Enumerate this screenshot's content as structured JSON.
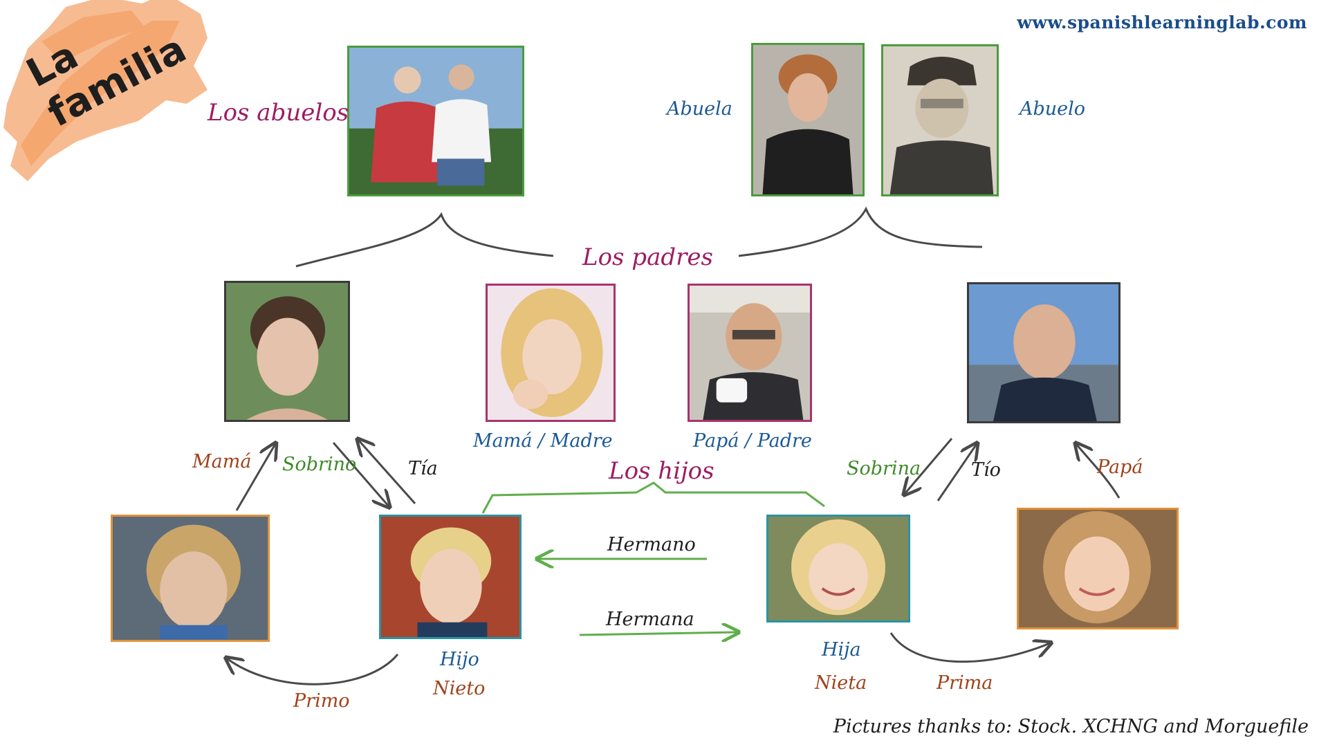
{
  "site_url": "www.spanishlearninglab.com",
  "title": "La familia",
  "credits": "Pictures thanks to:  Stock. XCHNG and Morguefile",
  "colors": {
    "magenta": "#9c1d63",
    "blue": "#1c5a94",
    "green": "#3f8a2a",
    "brown": "#a0421b",
    "dark": "#1e1e1e",
    "site": "#1b4d8a",
    "border_green": "#4b9b3c",
    "border_magenta": "#a8336f",
    "border_dark": "#3a3a3a",
    "border_orange": "#e0913a",
    "border_teal": "#2b93a3"
  },
  "sections": {
    "grandparents": "Los abuelos",
    "parents": "Los padres",
    "children": "Los hijos"
  },
  "labels": {
    "abuela": "Abuela",
    "abuelo": "Abuelo",
    "mama_madre": "Mamá / Madre",
    "papa_padre": "Papá / Padre",
    "mama_left": "Mamá",
    "sobrino": "Sobrino",
    "tia": "Tía",
    "sobrina": "Sobrina",
    "tio": "Tío",
    "papa_right": "Papá",
    "hermano": "Hermano",
    "hermana": "Hermana",
    "hijo": "Hijo",
    "nieto": "Nieto",
    "hija": "Hija",
    "nieta": "Nieta",
    "primo": "Primo",
    "prima": "Prima"
  },
  "photos": {
    "grandparents_couple": "grandparents-couple-photo",
    "grandmother": "grandmother-photo",
    "grandfather": "grandfather-photo",
    "aunt": "aunt-photo",
    "mother": "mother-photo",
    "father": "father-photo",
    "uncle": "uncle-photo",
    "cousin_boy": "cousin-boy-photo",
    "son": "son-photo",
    "daughter": "daughter-photo",
    "cousin_girl": "cousin-girl-photo"
  }
}
